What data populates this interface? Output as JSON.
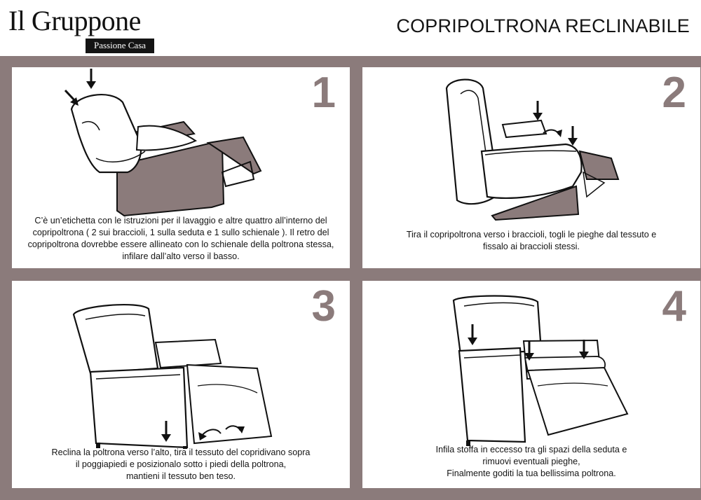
{
  "brand": {
    "name": "Il Gruppone",
    "tagline": "Passione Casa"
  },
  "title": "COPRIPOLTRONA RECLINABILE",
  "colors": {
    "panel_bg": "#8b7b7b",
    "accent_fill": "#8b7b7b",
    "ink": "#141414"
  },
  "steps": [
    {
      "number": "1",
      "caption": [
        "C’è un’etichetta con le istruzioni per il lavaggio e altre quattro all’interno del",
        "copripoltrona ( 2 sui braccioli, 1 sulla seduta e 1 sullo schienale ). Il retro del",
        "copripoltrona dovrebbe essere allineato con lo schienale della poltrona stessa,",
        "infilare dall’alto verso il basso."
      ]
    },
    {
      "number": "2",
      "caption": [
        "Tira il copripoltrona verso i braccioli, togli le pieghe dal tessuto e",
        "fissalo ai braccioli stessi."
      ]
    },
    {
      "number": "3",
      "caption": [
        "Reclina la poltrona verso l’alto, tira il tessuto del copridivano sopra",
        "il poggiapiedi e posizionalo sotto i piedi della poltrona,",
        "mantieni il tessuto ben teso."
      ]
    },
    {
      "number": "4",
      "caption": [
        "Infila stoffa in eccesso tra gli spazi della seduta e",
        "rimuovi eventuali pieghe,",
        "Finalmente goditi la tua bellissima poltrona."
      ]
    }
  ]
}
